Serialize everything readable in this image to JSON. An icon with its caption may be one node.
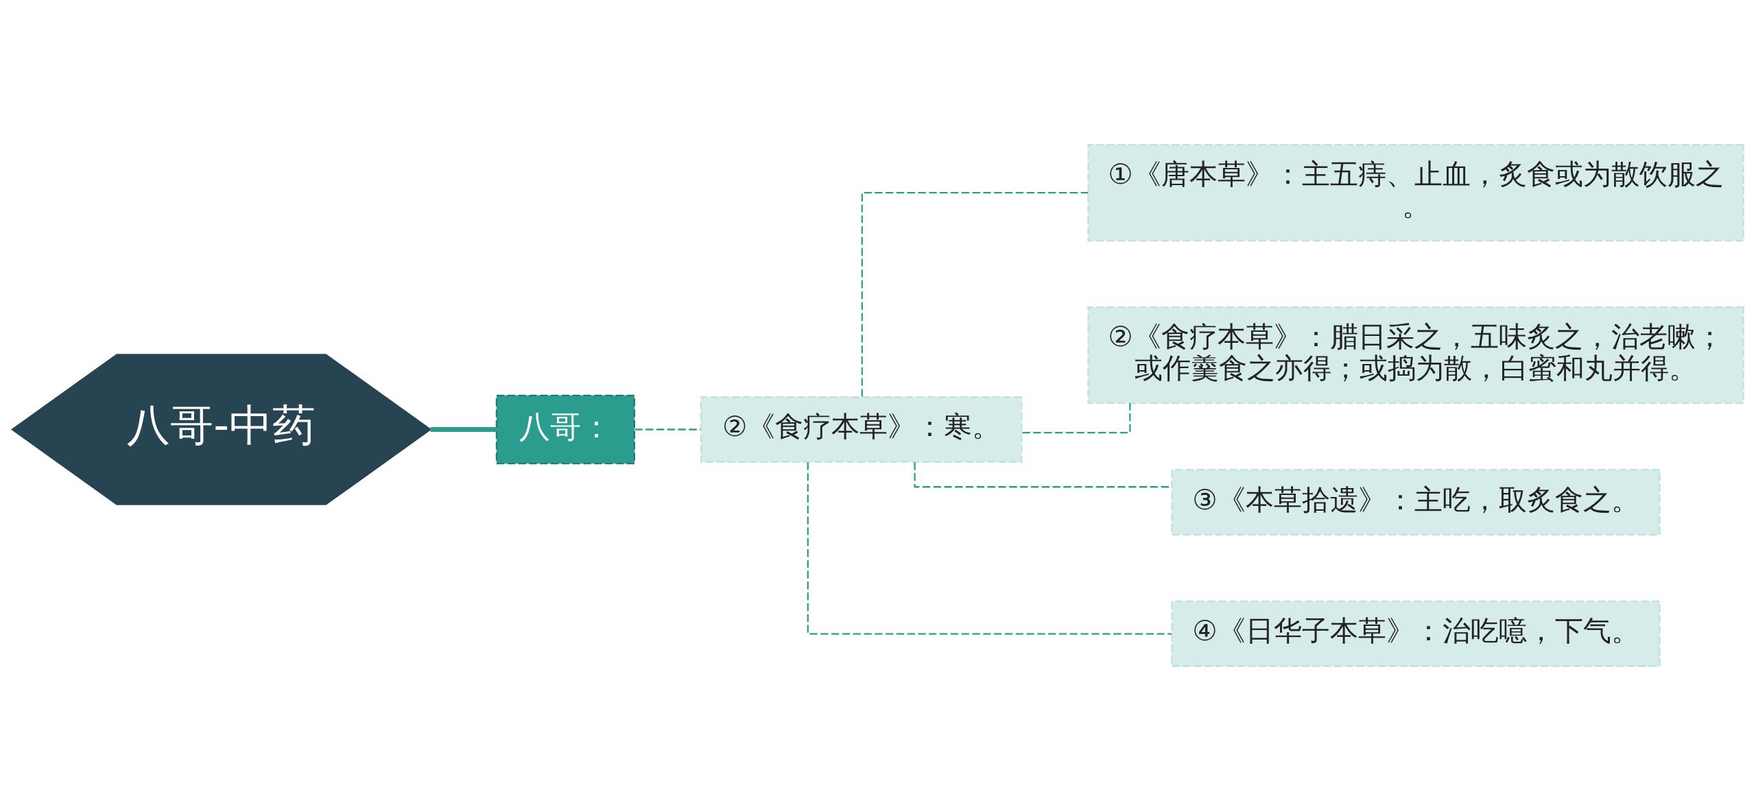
{
  "diagram": {
    "nodes": [
      {
        "text": [
          "八哥-中药"
        ]
      },
      {
        "text": [
          "八哥："
        ]
      },
      {
        "text": [
          "②《食疗本草》：寒。"
        ]
      },
      {
        "text": [
          "①《唐本草》：主五痔、止血，炙食或为散饮服之。"
        ]
      },
      {
        "text": [
          "②《食疗本草》：腊日采之，五味炙之，治老嗽；或作羹食之亦得；或捣为散，白蜜和丸并得。"
        ]
      },
      {
        "text": [
          "③《本草拾遗》：主吃，取炙食之。"
        ]
      },
      {
        "text": [
          "④《日华子本草》：治吃噫，下气。"
        ]
      }
    ],
    "edges": [
      {
        "from": 0,
        "to": 1,
        "arrow": "none",
        "style": "thick"
      },
      {
        "from": 1,
        "to": 2,
        "arrow": "none",
        "style": "dashed"
      },
      {
        "from": 2,
        "to": 3,
        "arrow": "none",
        "style": "dashed"
      },
      {
        "from": 2,
        "to": 4,
        "arrow": "none",
        "style": "dashed"
      },
      {
        "from": 2,
        "to": 5,
        "arrow": "none",
        "style": "dashed"
      },
      {
        "from": 2,
        "to": 6,
        "arrow": "none",
        "style": "dashed"
      }
    ]
  }
}
